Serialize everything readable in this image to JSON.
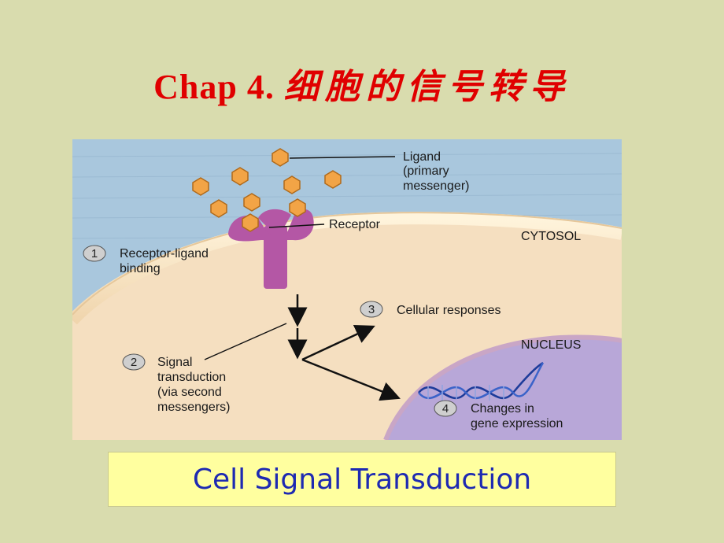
{
  "slide": {
    "title_prefix": "Chap 4.",
    "title_chinese": "细胞的信号转导",
    "caption": "Cell Signal Transduction"
  },
  "figure": {
    "labels": {
      "ligand_1": "Ligand",
      "ligand_2": "(primary",
      "ligand_3": "messenger)",
      "receptor": "Receptor",
      "cytosol": "CYTOSOL",
      "nucleus": "NUCLEUS"
    },
    "steps": [
      {
        "number": "1",
        "lines": [
          "Receptor-ligand",
          "binding"
        ]
      },
      {
        "number": "2",
        "lines": [
          "Signal",
          "transduction",
          "(via second",
          "messengers)"
        ]
      },
      {
        "number": "3",
        "lines": [
          "Cellular responses"
        ]
      },
      {
        "number": "4",
        "lines": [
          "Changes in",
          "gene expression"
        ]
      }
    ]
  },
  "colors": {
    "background": "#d9dcae",
    "title": "#e00000",
    "caption_text": "#1e2ab2",
    "caption_box": "#ffff9f",
    "extracellular": "#a9c7dd",
    "cytosol": "#f5dfc0",
    "nucleus": "#b8a7d8",
    "receptor": "#b457a5",
    "ligand": "#f2a446"
  }
}
